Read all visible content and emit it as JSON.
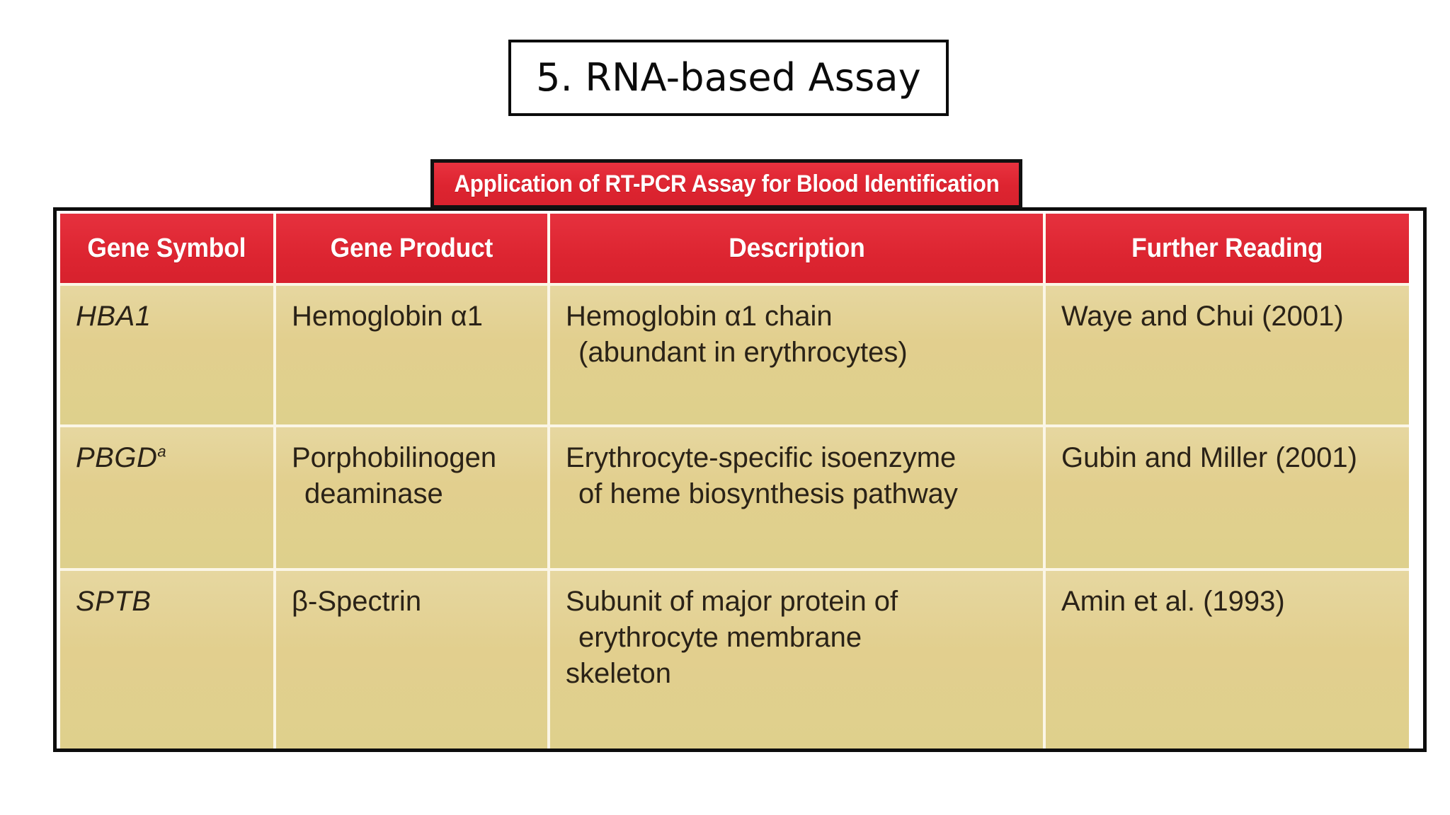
{
  "slide": {
    "title": "5. RNA-based Assay"
  },
  "figure": {
    "caption": "Application of RT-PCR Assay for Blood Identification",
    "colors": {
      "header_red": "#dd2531",
      "caption_red": "#dd2430",
      "row_tan": "#e2cf8e",
      "grid_line": "#fbf6e6",
      "frame_black": "#0d0d0d",
      "body_text": "#2a2217",
      "header_text": "#ffffff"
    },
    "table": {
      "columns": [
        "Gene Symbol",
        "Gene Product",
        "Description",
        "Further Reading"
      ],
      "rows": [
        {
          "gene_symbol": "HBA1",
          "footnote": "",
          "gene_product": "Hemoglobin α1",
          "description_line1": "Hemoglobin α1 chain",
          "description_line2": "(abundant in erythrocytes)",
          "description_line3": "",
          "further_reading": "Waye and Chui (2001)"
        },
        {
          "gene_symbol": "PBGD",
          "footnote": "a",
          "gene_product_line1": "Porphobilinogen",
          "gene_product_line2": "deaminase",
          "description_line1": "Erythrocyte-specific isoenzyme",
          "description_line2": "of heme biosynthesis pathway",
          "description_line3": "",
          "further_reading": "Gubin and Miller (2001)"
        },
        {
          "gene_symbol": "SPTB",
          "footnote": "",
          "gene_product": "β-Spectrin",
          "description_line1": "Subunit of major protein of",
          "description_line2": "erythrocyte membrane",
          "description_line3": "skeleton",
          "further_reading": "Amin et al. (1993)"
        }
      ]
    }
  }
}
